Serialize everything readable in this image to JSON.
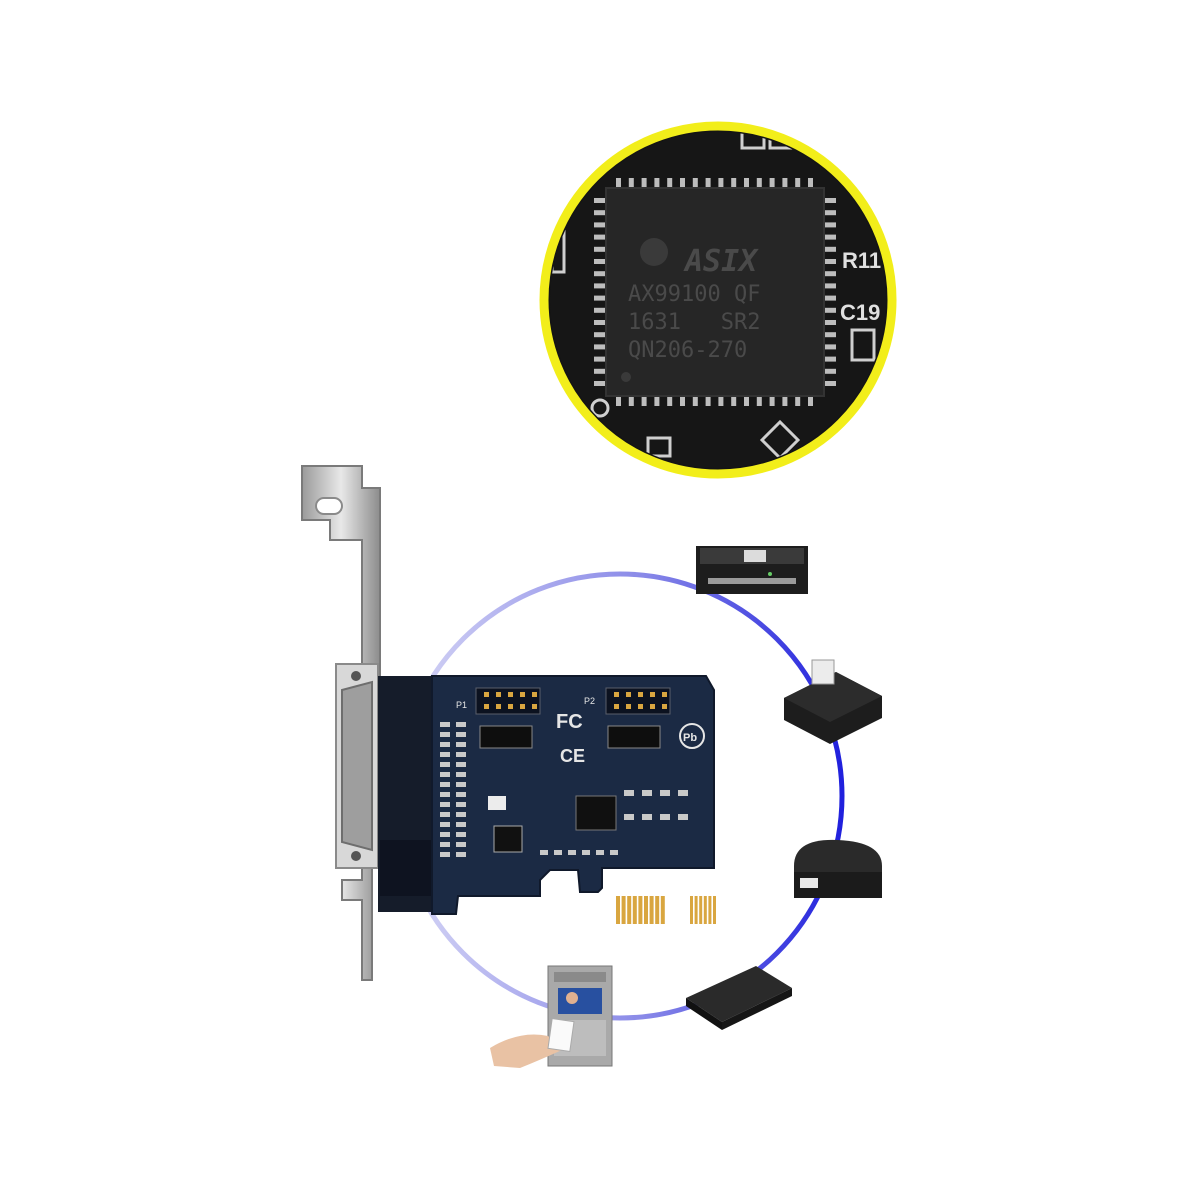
{
  "colors": {
    "background": "#ffffff",
    "zoom_ring": "#f2ee1a",
    "pcb": "#1b2a44",
    "chip": "#1e1e1e",
    "link_arc_light": "#c9c9f2",
    "link_arc_dark": "#2222dd",
    "gold_fingers": "#d9a640"
  },
  "zoom": {
    "chip_brand": "ASIX",
    "chip_lines": [
      "AX99100 QF",
      "1631   SR2",
      "QN206-270"
    ],
    "labels": [
      "R11",
      "C19"
    ]
  },
  "card": {
    "silkscreen": [
      "P1",
      "P2",
      "FC",
      "CE",
      "Pb"
    ]
  },
  "devices": [
    {
      "name": "flatbed-printer-icon"
    },
    {
      "name": "receipt-printer-icon"
    },
    {
      "name": "label-printer-icon"
    },
    {
      "name": "card-reader-icon"
    },
    {
      "name": "access-control-terminal-icon"
    }
  ]
}
